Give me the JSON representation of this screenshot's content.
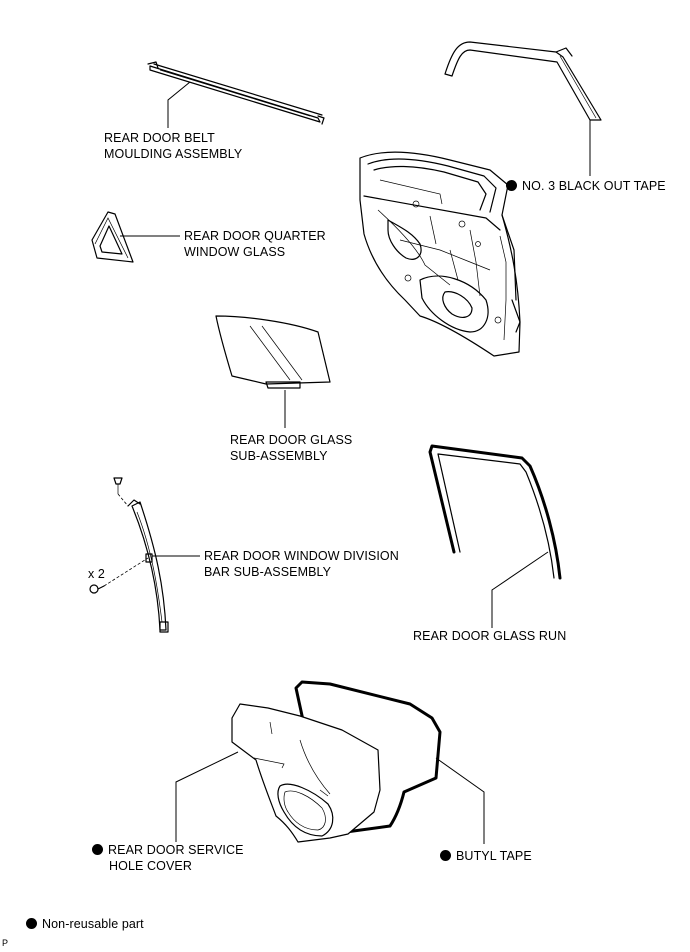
{
  "labels": {
    "belt_moulding": [
      "REAR DOOR BELT",
      "MOULDING ASSEMBLY"
    ],
    "black_out_tape": "NO. 3 BLACK OUT TAPE",
    "quarter_glass": [
      "REAR DOOR QUARTER",
      "WINDOW GLASS"
    ],
    "door_glass": [
      "REAR DOOR GLASS",
      "SUB-ASSEMBLY"
    ],
    "division_bar": [
      "REAR DOOR WINDOW DIVISION",
      "BAR SUB-ASSEMBLY"
    ],
    "quantity": "x 2",
    "glass_run": "REAR DOOR GLASS RUN",
    "service_cover": [
      "REAR DOOR SERVICE",
      "HOLE COVER"
    ],
    "butyl_tape": "BUTYL TAPE"
  },
  "legend": {
    "non_reusable": "Non-reusable part"
  },
  "corner_mark": "P",
  "icons": {
    "non_reusable": "filled-circle"
  }
}
